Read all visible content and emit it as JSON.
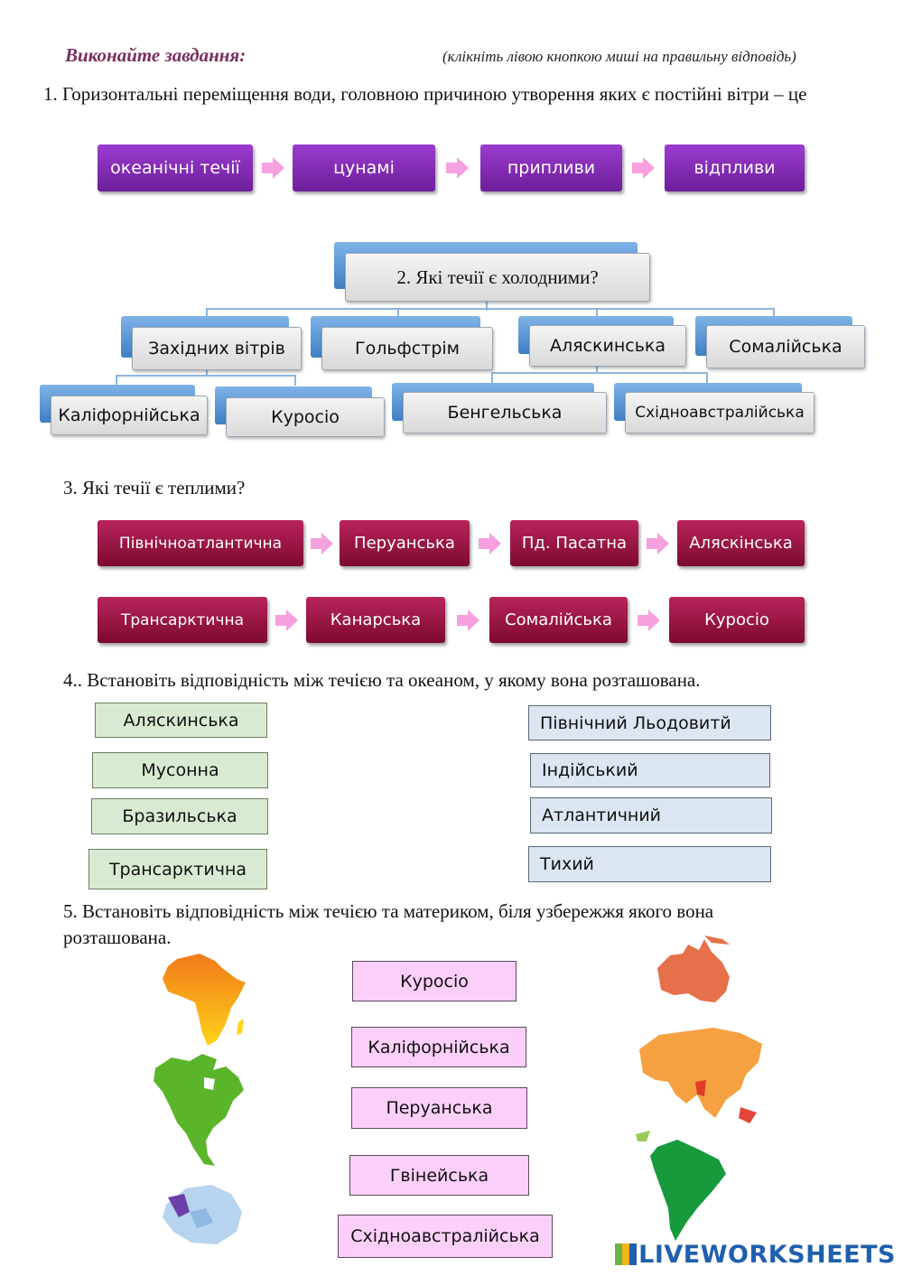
{
  "header": {
    "title": "Виконайте завдання:",
    "hint": "(клікніть лівою кнопкою миші на правильну відповідь)"
  },
  "q1": {
    "text": "1. Горизонтальні переміщення води, головною причиною утворення яких є постійні вітри – це",
    "options": [
      "океанічні течії",
      "цунамі",
      "припливи",
      "відпливи"
    ]
  },
  "q2": {
    "root": "2. Які течії є холодними?",
    "row1": [
      "Західних вітрів",
      "Гольфстрім",
      "Аляскинська",
      "Сомалійська"
    ],
    "row2": [
      "Каліфорнійська",
      "Куросіо",
      "Бенгельська",
      "Східноавстралійська"
    ]
  },
  "q3": {
    "text": "3. Які течії є теплими?",
    "row1": [
      "Північноатлантична",
      "Перуанська",
      "Пд. Пасатна",
      "Аляскінська"
    ],
    "row2": [
      "Трансарктична",
      "Канарська",
      "Сомалійська",
      "Куросіо"
    ]
  },
  "q4": {
    "text": "4.. Встановіть відповідність між течією та океаном, у якому вона розташована.",
    "currents": [
      "Аляскинська",
      "Мусонна",
      "Бразильська",
      "Трансарктична"
    ],
    "oceans": [
      "Північний  Льодовитй",
      "Індійський",
      "Атлантичний",
      "Тихий"
    ]
  },
  "q5": {
    "text1": "5. Встановіть відповідність між течією та материком, біля узбережжя якого вона",
    "text2": "розташована.",
    "currents": [
      "Куросіо",
      "Каліфорнійська",
      "Перуанська",
      "Гвінейська",
      "Східноавстралійська"
    ],
    "continents": [
      "Africa",
      "North America",
      "Antarctica",
      "Australia",
      "Eurasia",
      "South America"
    ]
  },
  "logo": {
    "text": "LIVEWORKSHEETS"
  },
  "colors": {
    "purple": "#7a2bb0",
    "maroon": "#9a1444",
    "arrow_pink": "#f6a0e0",
    "green_box": "#d9ead3",
    "blue_box": "#dce5f2",
    "pink_box": "#fccffa"
  }
}
